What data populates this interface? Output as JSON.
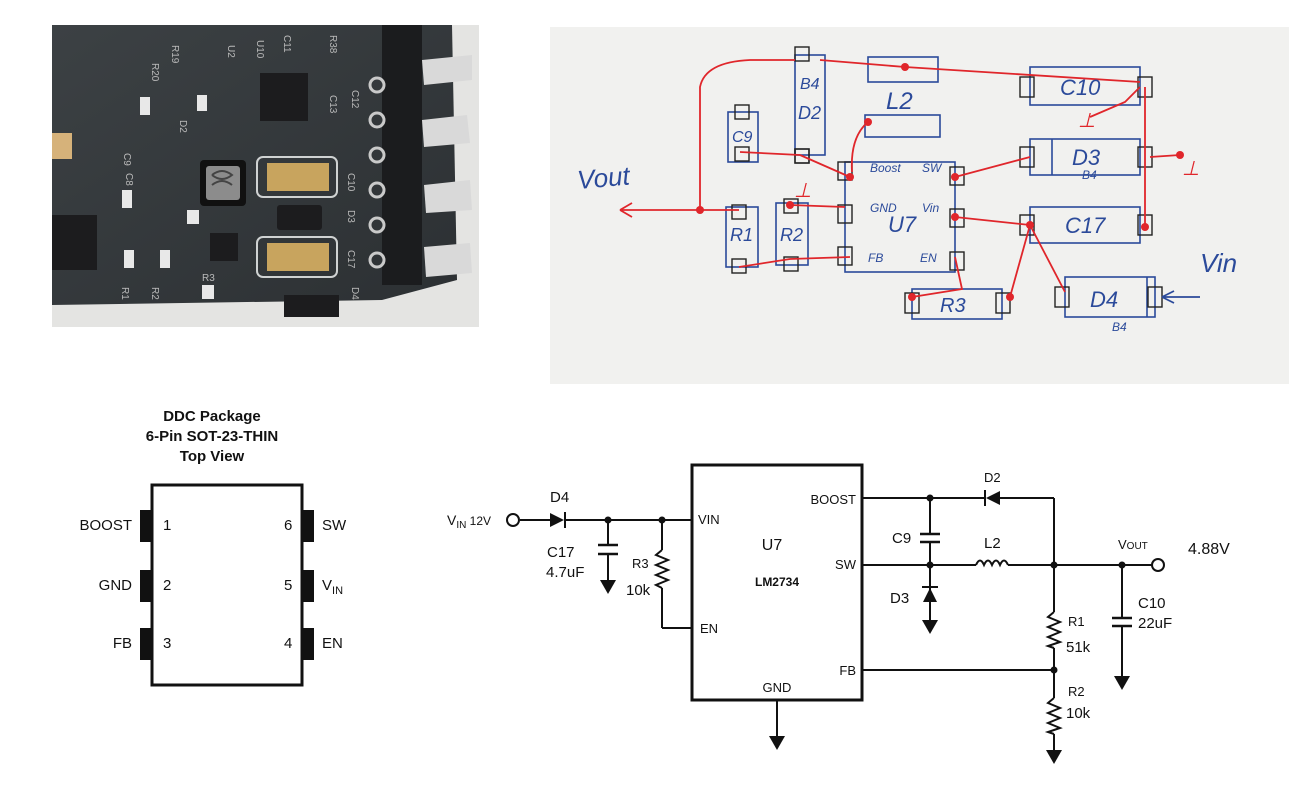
{
  "pcb_photo": {
    "silkscreen": [
      "R20",
      "U2",
      "U10",
      "R19",
      "C12",
      "C13",
      "C10",
      "D3",
      "C17",
      "C9",
      "D2",
      "R1",
      "R2",
      "R3",
      "D4",
      "R38",
      "C11",
      "C8"
    ]
  },
  "sketch": {
    "vout_label": "Vout",
    "vin_label": "Vin",
    "ic_label": "U7",
    "ic_pins": {
      "boost": "Boost",
      "sw": "SW",
      "gnd": "GND",
      "vin": "Vin",
      "fb": "FB",
      "en": "EN"
    },
    "components": {
      "b4_top": "B4",
      "d2": "D2",
      "l2": "L2",
      "c9": "C9",
      "c10": "C10",
      "d3": "D3",
      "d3_sub": "B4",
      "c17": "C17",
      "r1": "R1",
      "r2": "R2",
      "r3": "R3",
      "d4": "D4",
      "d4_sub": "B4"
    },
    "ground_marks": [
      "⊥",
      "⊥",
      "⊥"
    ]
  },
  "pinout": {
    "title_lines": [
      "DDC Package",
      "6-Pin SOT-23-THIN",
      "Top View"
    ],
    "left_pins": [
      {
        "name": "BOOST",
        "num": "1"
      },
      {
        "name": "GND",
        "num": "2"
      },
      {
        "name": "FB",
        "num": "3"
      }
    ],
    "right_pins": [
      {
        "name": "SW",
        "num": "6"
      },
      {
        "name": "V",
        "sub": "IN",
        "num": "5"
      },
      {
        "name": "EN",
        "num": "4"
      }
    ]
  },
  "schematic": {
    "ic_ref": "U7",
    "ic_part": "LM2734",
    "ic_pins": {
      "vin": "VIN",
      "en": "EN",
      "boost": "BOOST",
      "sw": "SW",
      "fb": "FB",
      "gnd": "GND"
    },
    "vin_label": {
      "main": "V",
      "sub": "IN",
      "suffix": " 12V"
    },
    "vout_label": {
      "main": "V",
      "sub": "OUT"
    },
    "vout_value": "4.88V",
    "d4": "D4",
    "c17": {
      "ref": "C17",
      "value": "4.7uF"
    },
    "r3": {
      "ref": "R3",
      "value": "10k"
    },
    "c9": "C9",
    "d2": "D2",
    "l2": "L2",
    "d3": "D3",
    "r1": {
      "ref": "R1",
      "value": "51k"
    },
    "r2": {
      "ref": "R2",
      "value": "10k"
    },
    "c10": {
      "ref": "C10",
      "value": "22uF"
    }
  }
}
